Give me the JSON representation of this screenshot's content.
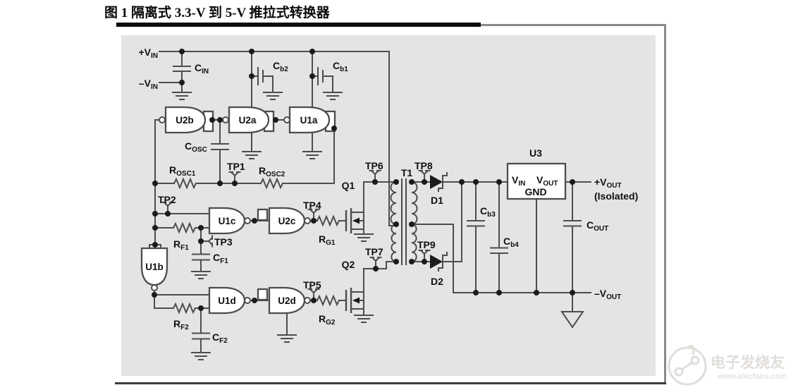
{
  "title": "图 1 隔离式 3.3-V 到 5-V 推拉式转换器",
  "colors": {
    "line": "#4d4d4d",
    "label": "#101010",
    "diagram_bg": "#e4e4e4",
    "page_bg": "#ffffff",
    "title_bar": "#0c0c0c",
    "frame_line": "#8a8a8a",
    "watermark": "#e0ddda"
  },
  "watermark": {
    "brand": "电子发烧友",
    "url": "www.elecfans.com"
  },
  "sch": {
    "rails": {
      "vin_plus": {
        "m": "+V",
        "s": "IN"
      },
      "vin_minus": {
        "m": "–V",
        "s": "IN"
      }
    },
    "caps": {
      "cin": {
        "m": "C",
        "s": "IN"
      },
      "cb2": {
        "m": "C",
        "s": "b2"
      },
      "cb1": {
        "m": "C",
        "s": "b1"
      },
      "cosc": {
        "m": "C",
        "s": "OSC"
      },
      "cf1": {
        "m": "C",
        "s": "F1"
      },
      "cf2": {
        "m": "C",
        "s": "F2"
      },
      "cb3": {
        "m": "C",
        "s": "b3"
      },
      "cb4": {
        "m": "C",
        "s": "b4"
      },
      "cout": {
        "m": "C",
        "s": "OUT"
      }
    },
    "res": {
      "rosc1": {
        "m": "R",
        "s": "OSC1"
      },
      "rosc2": {
        "m": "R",
        "s": "OSC2"
      },
      "rf1": {
        "m": "R",
        "s": "F1"
      },
      "rg1": {
        "m": "R",
        "s": "G1"
      },
      "rf2": {
        "m": "R",
        "s": "F2"
      },
      "rg2": {
        "m": "R",
        "s": "G2"
      }
    },
    "gates": {
      "u2b": "U2b",
      "u2a": "U2a",
      "u1a": "U1a",
      "u1c": "U1c",
      "u2c": "U2c",
      "u1d": "U1d",
      "u2d": "U2d",
      "u1b": "U1b"
    },
    "tps": {
      "tp1": "TP1",
      "tp2": "TP2",
      "tp3": "TP3",
      "tp4": "TP4",
      "tp5": "TP5",
      "tp6": "TP6",
      "tp7": "TP7",
      "tp8": "TP8",
      "tp9": "TP9"
    },
    "semis": {
      "q1": "Q1",
      "q2": "Q2",
      "d1": "D1",
      "d2": "D2",
      "t1": "T1"
    },
    "u3": {
      "name": "U3",
      "vin": {
        "m": "V",
        "s": "IN"
      },
      "vout": {
        "m": "V",
        "s": "OUT"
      },
      "gnd": "GND"
    },
    "out": {
      "vplus": {
        "m": "+V",
        "s": "OUT"
      },
      "iso": "(Isolated)",
      "vminus": {
        "m": "–V",
        "s": "OUT"
      }
    }
  }
}
